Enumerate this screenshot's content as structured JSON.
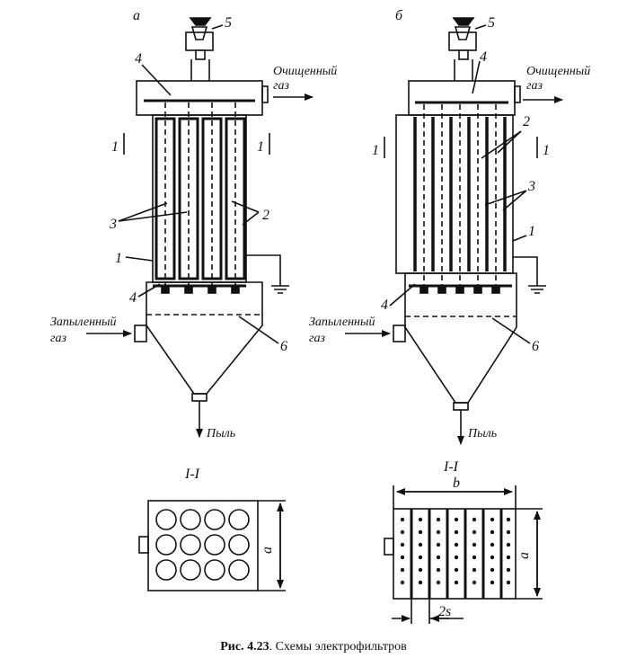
{
  "figure": {
    "caption_label": "Рис. 4.23",
    "caption_text": ". Схемы электрофильтров"
  },
  "left": {
    "variant": "а",
    "clean_gas": [
      "Очищенный",
      "газ"
    ],
    "dusty_gas": [
      "Запыленный",
      "газ"
    ],
    "dust": "Пыль",
    "section_mark": "1",
    "section_title": "I-I",
    "callouts": [
      "5",
      "4",
      "3",
      "2",
      "1",
      "4",
      "6"
    ],
    "dim_a": "a"
  },
  "right": {
    "variant": "б",
    "clean_gas": [
      "Очищенный",
      "газ"
    ],
    "dusty_gas": [
      "Запыленный",
      "газ"
    ],
    "dust": "Пыль",
    "section_mark": "1",
    "section_title": "I-I",
    "callouts": [
      "5",
      "4",
      "2",
      "3",
      "1",
      "4",
      "6"
    ],
    "dim_a": "a",
    "dim_b": "b",
    "dim_2s": "2s"
  }
}
